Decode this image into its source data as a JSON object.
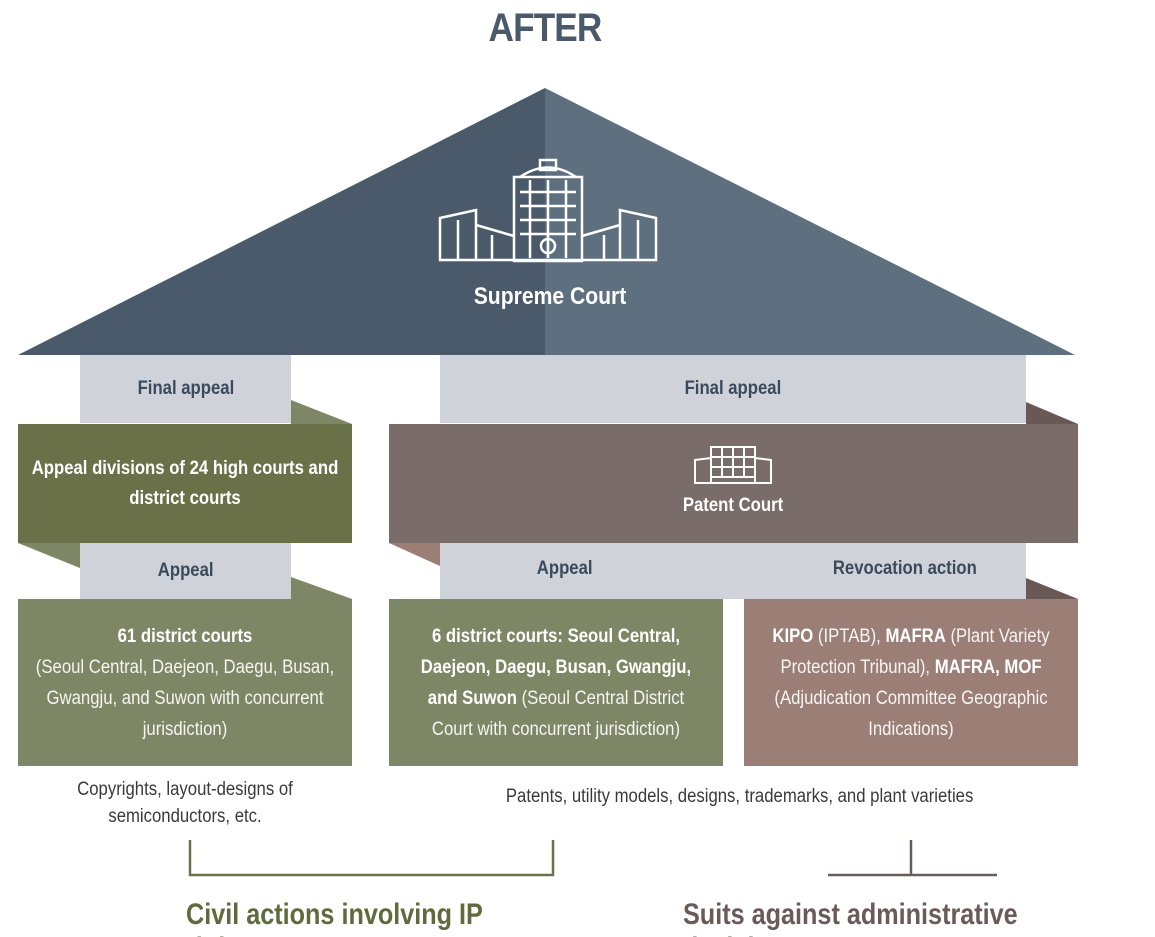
{
  "title": "AFTER",
  "supreme": {
    "label": "Supreme Court"
  },
  "left_column": {
    "final_appeal": "Final appeal",
    "high_courts": "Appeal divisions of 24 high courts and district courts",
    "appeal": "Appeal",
    "district_title": "61 district courts",
    "district_detail": "(Seoul Central, Daejeon, Daegu, Busan, Gwangju, and Suwon with concurrent jurisdiction)",
    "caption": "Copyrights, layout-designs of semiconductors, etc."
  },
  "right_column": {
    "final_appeal": "Final appeal",
    "patent_court": "Patent Court",
    "appeal": "Appeal",
    "revocation": "Revocation action",
    "district_bold": "6 district courts: Seoul Central, Daejeon, Daegu, Busan, Gwangju, and Suwon",
    "district_detail": "(Seoul Central District Court with concurrent jurisdiction)",
    "agency": {
      "kipo": "KIPO",
      "kipo_detail": "(IPTAB),",
      "mafra": "MAFRA",
      "mafra_detail": "(Plant Variety Protection Tribunal),",
      "mafra2": "MAFRA,",
      "mof": "MOF",
      "mof_detail": "(Adjudication Committee Geographic Indications)"
    },
    "caption": "Patents, utility models, designs, trademarks, and plant varieties"
  },
  "footers": {
    "civil": "Civil actions involving IP rights",
    "admin": "Suits against administrative decisions"
  },
  "colors": {
    "roof_left": "#4a5a6b",
    "roof_right": "#5e6f80",
    "band": "#cfd2d8",
    "olive": "#6a7048",
    "olive_light": "#7e8765",
    "brown": "#7a6c69",
    "brown_light": "#9b7f77",
    "green_text": "#5e6b3c",
    "brown_text": "#6a5a58"
  }
}
